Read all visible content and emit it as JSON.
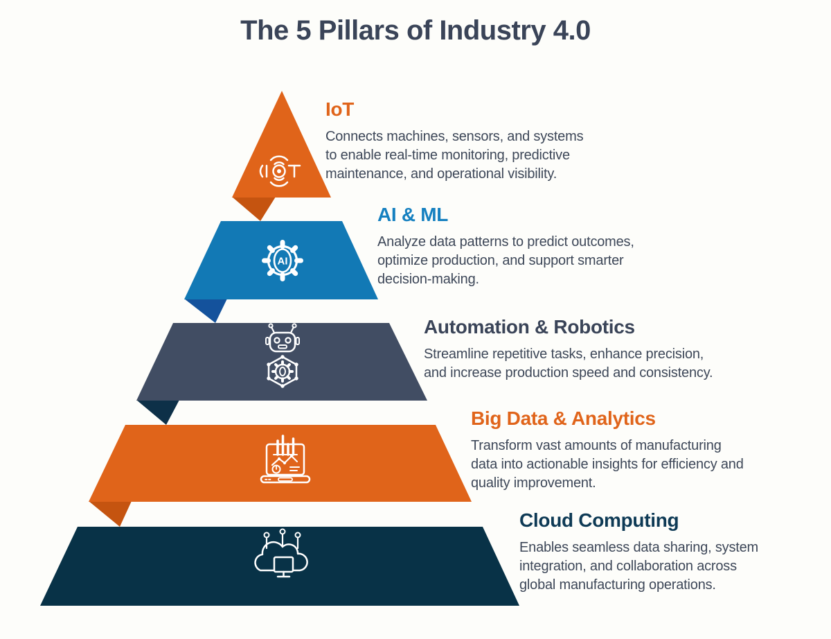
{
  "title": "The 5 Pillars of Industry 4.0",
  "colors": {
    "background": "#fdfdfa",
    "title_text": "#3a4458",
    "body_text": "#3d4758"
  },
  "tiers": [
    {
      "name": "IoT",
      "heading": "IoT",
      "heading_color": "#e0641a",
      "shape_color": "#e0641a",
      "fold_color": "#c55410",
      "icon": "iot-signal-icon",
      "description_lines": [
        "Connects machines, sensors, and systems",
        "to enable real-time monitoring, predictive",
        "maintenance, and operational visibility."
      ]
    },
    {
      "name": "AI & ML",
      "heading": "AI & ML",
      "heading_color": "#1580c0",
      "shape_color": "#1279b5",
      "fold_color": "#14529c",
      "icon": "ai-gear-icon",
      "icon_label": "AI",
      "description_lines": [
        "Analyze data patterns to predict outcomes,",
        "optimize production, and support smarter",
        "decision-making."
      ]
    },
    {
      "name": "Automation & Robotics",
      "heading": "Automation & Robotics",
      "heading_color": "#3a4458",
      "shape_color": "#414d63",
      "fold_color": "#0d3048",
      "icon": "robot-icon",
      "description_lines": [
        "Streamline repetitive tasks, enhance precision,",
        "and increase production speed and consistency."
      ]
    },
    {
      "name": "Big Data & Analytics",
      "heading": "Big Data & Analytics",
      "heading_color": "#e0641a",
      "shape_color": "#e0641a",
      "fold_color": "#c55410",
      "icon": "analytics-laptop-icon",
      "description_lines": [
        "Transform vast amounts of manufacturing",
        "data into actionable insights for efficiency and",
        "quality improvement."
      ]
    },
    {
      "name": "Cloud Computing",
      "heading": "Cloud Computing",
      "heading_color": "#0e3a55",
      "shape_color": "#083247",
      "icon": "cloud-computing-icon",
      "description_lines": [
        "Enables seamless data sharing, system",
        "integration, and collaboration across",
        "global manufacturing operations."
      ]
    }
  ]
}
